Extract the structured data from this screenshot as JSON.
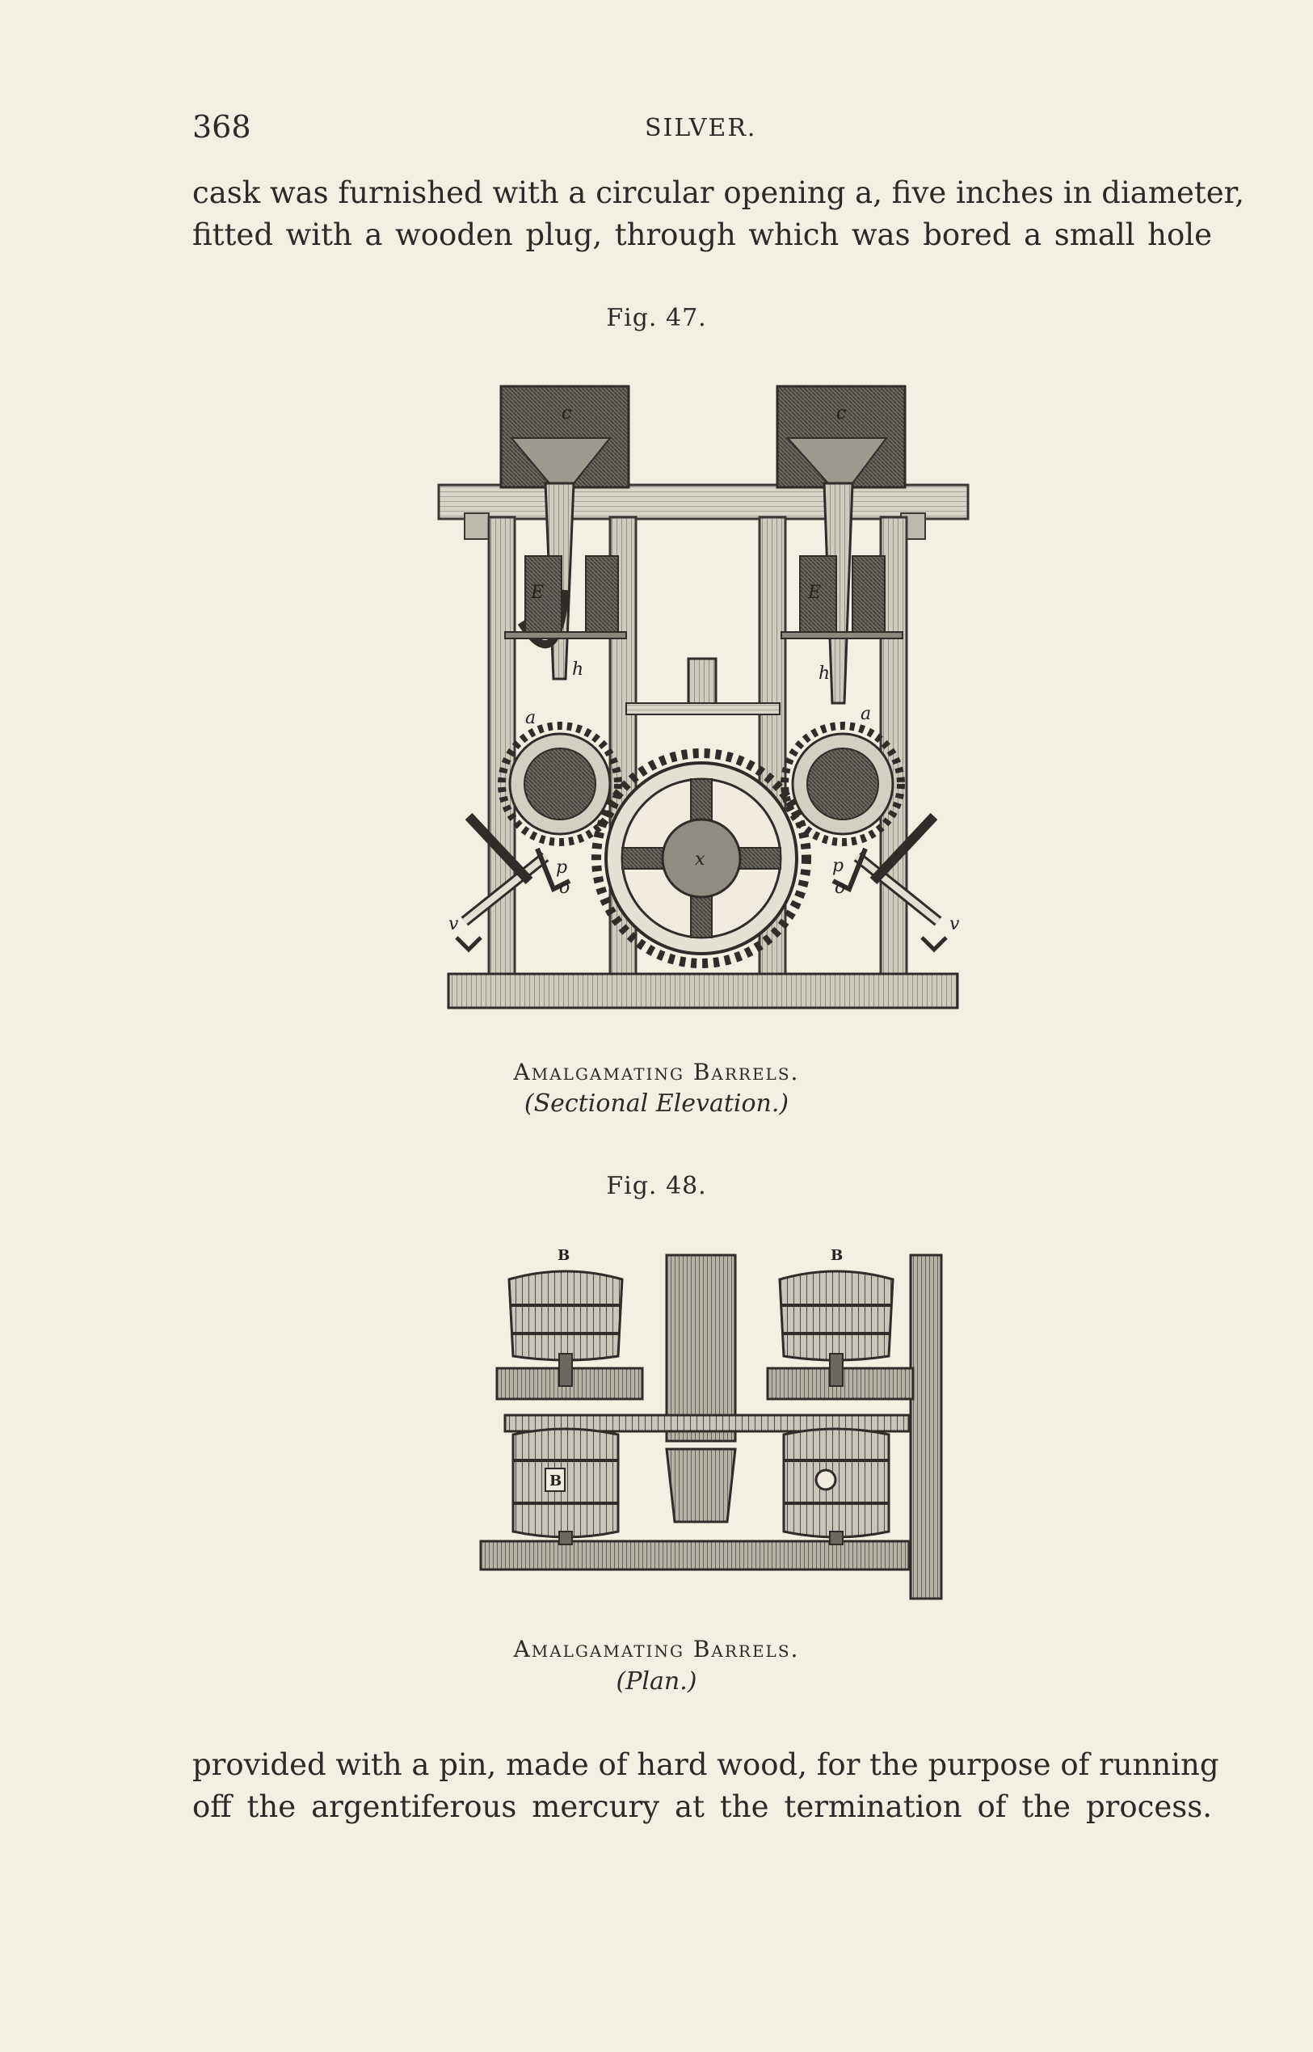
{
  "running_head": {
    "page_number": "368",
    "title": "SILVER."
  },
  "paragraph_top": {
    "lines": [
      "cask was furnished with a circular opening a, five inches in diameter,",
      "fitted with a wooden plug, through which was bored a small hole"
    ]
  },
  "figure_47": {
    "label": "Fig. 47.",
    "caption": "Amalgamating Barrels.",
    "sub_caption": "(Sectional Elevation.)",
    "letters": [
      "c",
      "c",
      "E",
      "E",
      "h",
      "h",
      "a",
      "a",
      "x",
      "p",
      "p",
      "o",
      "o",
      "v",
      "v"
    ]
  },
  "figure_48": {
    "label": "Fig. 48.",
    "caption": "Amalgamating Barrels.",
    "sub_caption": "(Plan.)",
    "letters": [
      "B",
      "B",
      "B"
    ]
  },
  "paragraph_bottom": {
    "lines": [
      "provided with a pin, made of hard wood, for the purpose of running",
      "off the argentiferous mercury at the termination of the process."
    ]
  }
}
